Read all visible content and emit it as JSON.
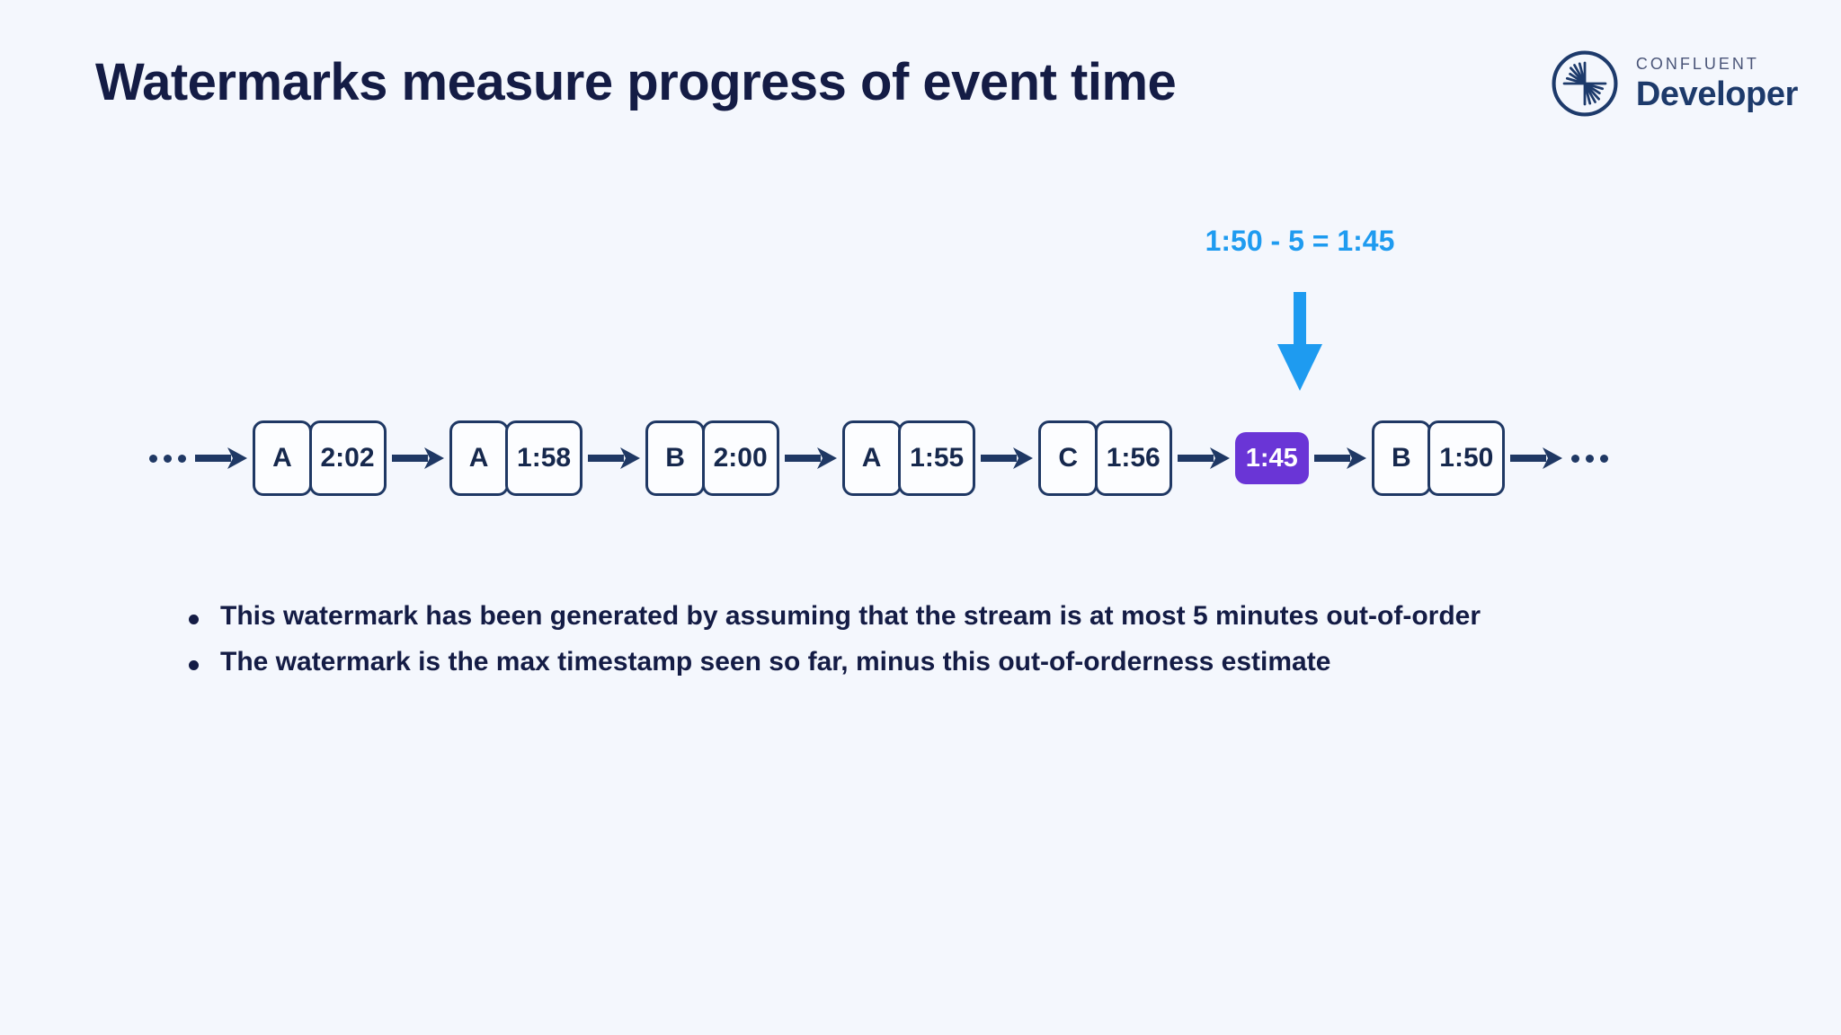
{
  "slide": {
    "title": "Watermarks measure progress of event time",
    "background_color": "#f4f7fd",
    "text_color": "#141c45"
  },
  "brand": {
    "eyebrow": "CONFLUENT",
    "name": "Developer",
    "mark_icon": "confluent-starburst-icon",
    "color": "#1d3a6b"
  },
  "annotation": {
    "formula": "1:50 - 5 = 1:45",
    "color": "#1e9bf0",
    "arrow_icon": "down-arrow-icon",
    "arrow_direction": "down"
  },
  "stream": {
    "leading_ellipsis": "•••",
    "trailing_ellipsis": "•••",
    "arrow_icon": "right-arrow-icon",
    "border_color": "#1f3864",
    "watermark_color": "#6a35d6",
    "elements": [
      {
        "type": "event",
        "key": "A",
        "timestamp": "2:02"
      },
      {
        "type": "event",
        "key": "A",
        "timestamp": "1:58"
      },
      {
        "type": "event",
        "key": "B",
        "timestamp": "2:00"
      },
      {
        "type": "event",
        "key": "A",
        "timestamp": "1:55"
      },
      {
        "type": "event",
        "key": "C",
        "timestamp": "1:56"
      },
      {
        "type": "watermark",
        "label": "1:45"
      },
      {
        "type": "event",
        "key": "B",
        "timestamp": "1:50"
      }
    ]
  },
  "bullets": [
    "This watermark has been generated by assuming that the stream is at most 5 minutes out-of-order",
    "The watermark is the max timestamp seen so far, minus this out-of-orderness estimate"
  ]
}
